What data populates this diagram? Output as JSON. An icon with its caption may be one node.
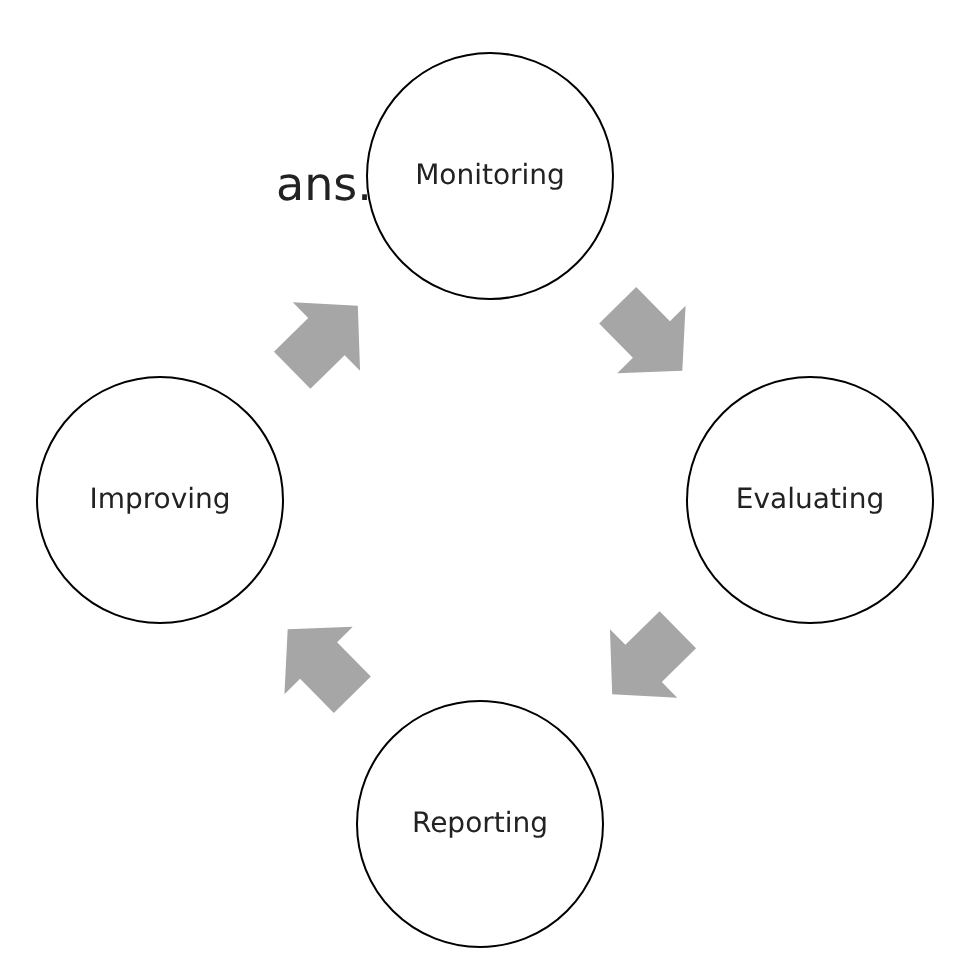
{
  "diagram": {
    "nodes": [
      {
        "text": [
          "Monitoring"
        ]
      },
      {
        "text": [
          "Evaluating"
        ]
      },
      {
        "text": [
          "Reporting"
        ]
      },
      {
        "text": [
          "Improving"
        ]
      }
    ],
    "edges": [
      {
        "from": 0,
        "to": 1,
        "arrow": "to"
      },
      {
        "from": 1,
        "to": 2,
        "arrow": "to"
      },
      {
        "from": 2,
        "to": 3,
        "arrow": "to"
      },
      {
        "from": 3,
        "to": 0,
        "arrow": "to"
      }
    ],
    "labels": [
      "ans."
    ]
  }
}
